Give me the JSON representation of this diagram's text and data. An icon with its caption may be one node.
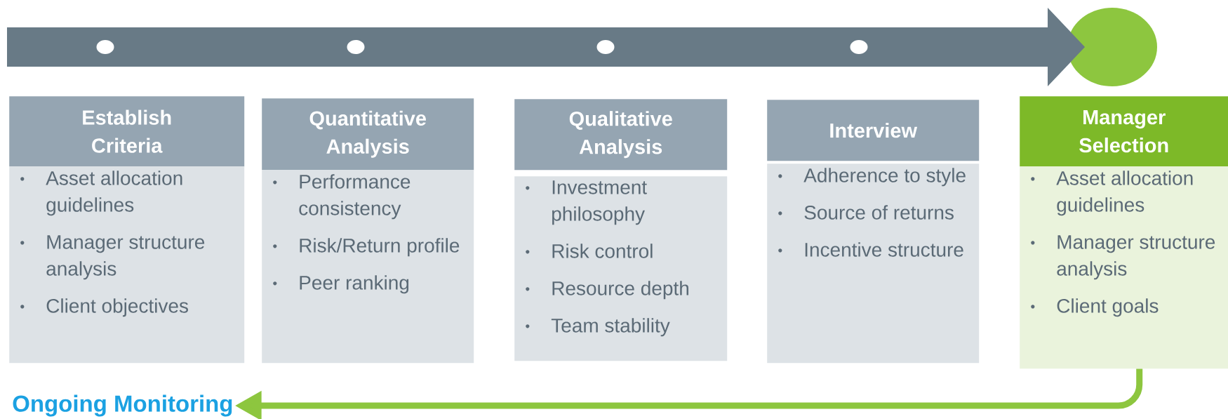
{
  "diagram": {
    "nodes": [
      {
        "text": [
          "Establish Criteria"
        ]
      },
      {
        "text": [
          "Asset allocation guidelines",
          "Manager structure analysis",
          "Client objectives"
        ]
      },
      {
        "text": [
          "Quantitative Analysis"
        ]
      },
      {
        "text": [
          "Performance consistency",
          "Risk/Return profile",
          "Peer ranking"
        ]
      },
      {
        "text": [
          "Qualitative Analysis"
        ]
      },
      {
        "text": [
          "Investment philosophy",
          "Risk control",
          "Resource depth",
          "Team stability"
        ]
      },
      {
        "text": [
          "Interview"
        ]
      },
      {
        "text": [
          "Adherence to style",
          "Source of returns",
          "Incentive structure"
        ]
      },
      {
        "text": [
          "Manager Selection"
        ]
      },
      {
        "text": [
          "Asset allocation guidelines",
          "Manager structure analysis",
          "Client goals"
        ]
      },
      {
        "text": [
          "Ongoing Monitoring"
        ]
      }
    ],
    "edges": [
      {
        "from": 9,
        "to": 10,
        "arrow": "to"
      }
    ]
  }
}
